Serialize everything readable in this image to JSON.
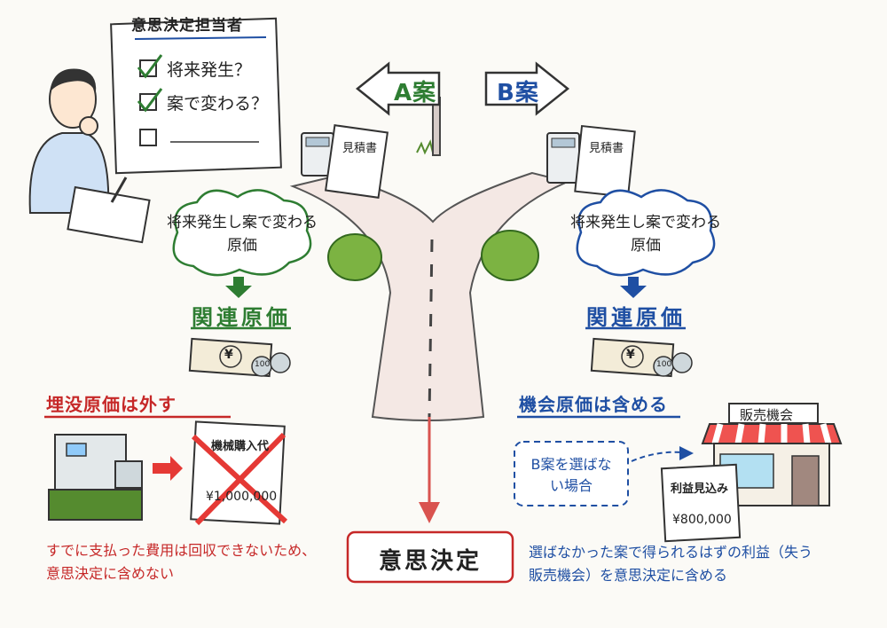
{
  "checklist": {
    "title": "意思決定担当者",
    "items": [
      {
        "label": "将来発生？",
        "checked": true
      },
      {
        "label": "案で変わる？",
        "checked": true
      },
      {
        "label": "",
        "checked": false
      }
    ]
  },
  "signs": {
    "left": "A案",
    "right": "B案"
  },
  "estimate_label": "見積書",
  "left_branch": {
    "cloud": "将来発生し案で変わる原価",
    "result": "関連原価",
    "yen": "¥",
    "coin": "100"
  },
  "right_branch": {
    "cloud": "将来発生し案で変わる原価",
    "result": "関連原価",
    "yen": "¥",
    "coin": "100"
  },
  "sunk_cost": {
    "heading": "埋没原価は外す",
    "doc_title": "機械購入代",
    "doc_amount": "¥1,000,000",
    "note": "すでに支払った費用は回収できないため、意思決定に含めない"
  },
  "opportunity_cost": {
    "heading": "機会原価は含める",
    "bubble": "B案を選ばない場合",
    "shop_sign": "販売機会",
    "doc_title": "利益見込み",
    "doc_amount": "¥800,000",
    "note": "選ばなかった案で得られるはずの利益（失う販売機会）を意思決定に含める"
  },
  "decision": "意思決定",
  "colors": {
    "green": "#2e7d32",
    "blue": "#1f4fa3",
    "red": "#c62828"
  }
}
